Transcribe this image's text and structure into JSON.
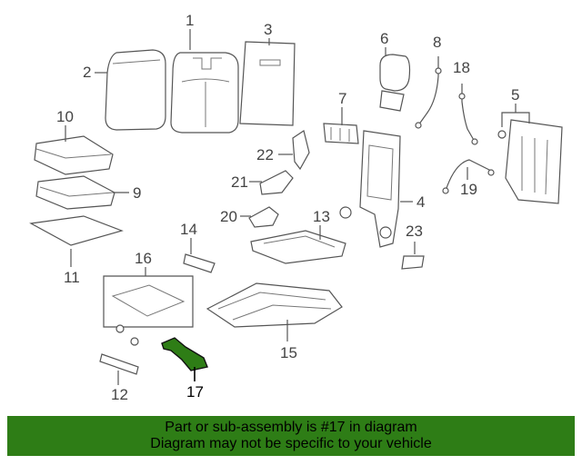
{
  "callouts": {
    "c1": "1",
    "c2": "2",
    "c3": "3",
    "c4": "4",
    "c5": "5",
    "c6": "6",
    "c7": "7",
    "c8": "8",
    "c9": "9",
    "c10": "10",
    "c11": "11",
    "c12": "12",
    "c13": "13",
    "c14": "14",
    "c15": "15",
    "c16": "16",
    "c17": "17",
    "c18": "18",
    "c19": "19",
    "c20": "20",
    "c21": "21",
    "c22": "22",
    "c23": "23"
  },
  "highlight": {
    "part_number": "17",
    "color": "#2e7d16"
  },
  "banner": {
    "line1": "Part or sub-assembly is #17 in diagram",
    "line2": "Diagram may not be specific to your vehicle",
    "background": "#2e7d16"
  }
}
